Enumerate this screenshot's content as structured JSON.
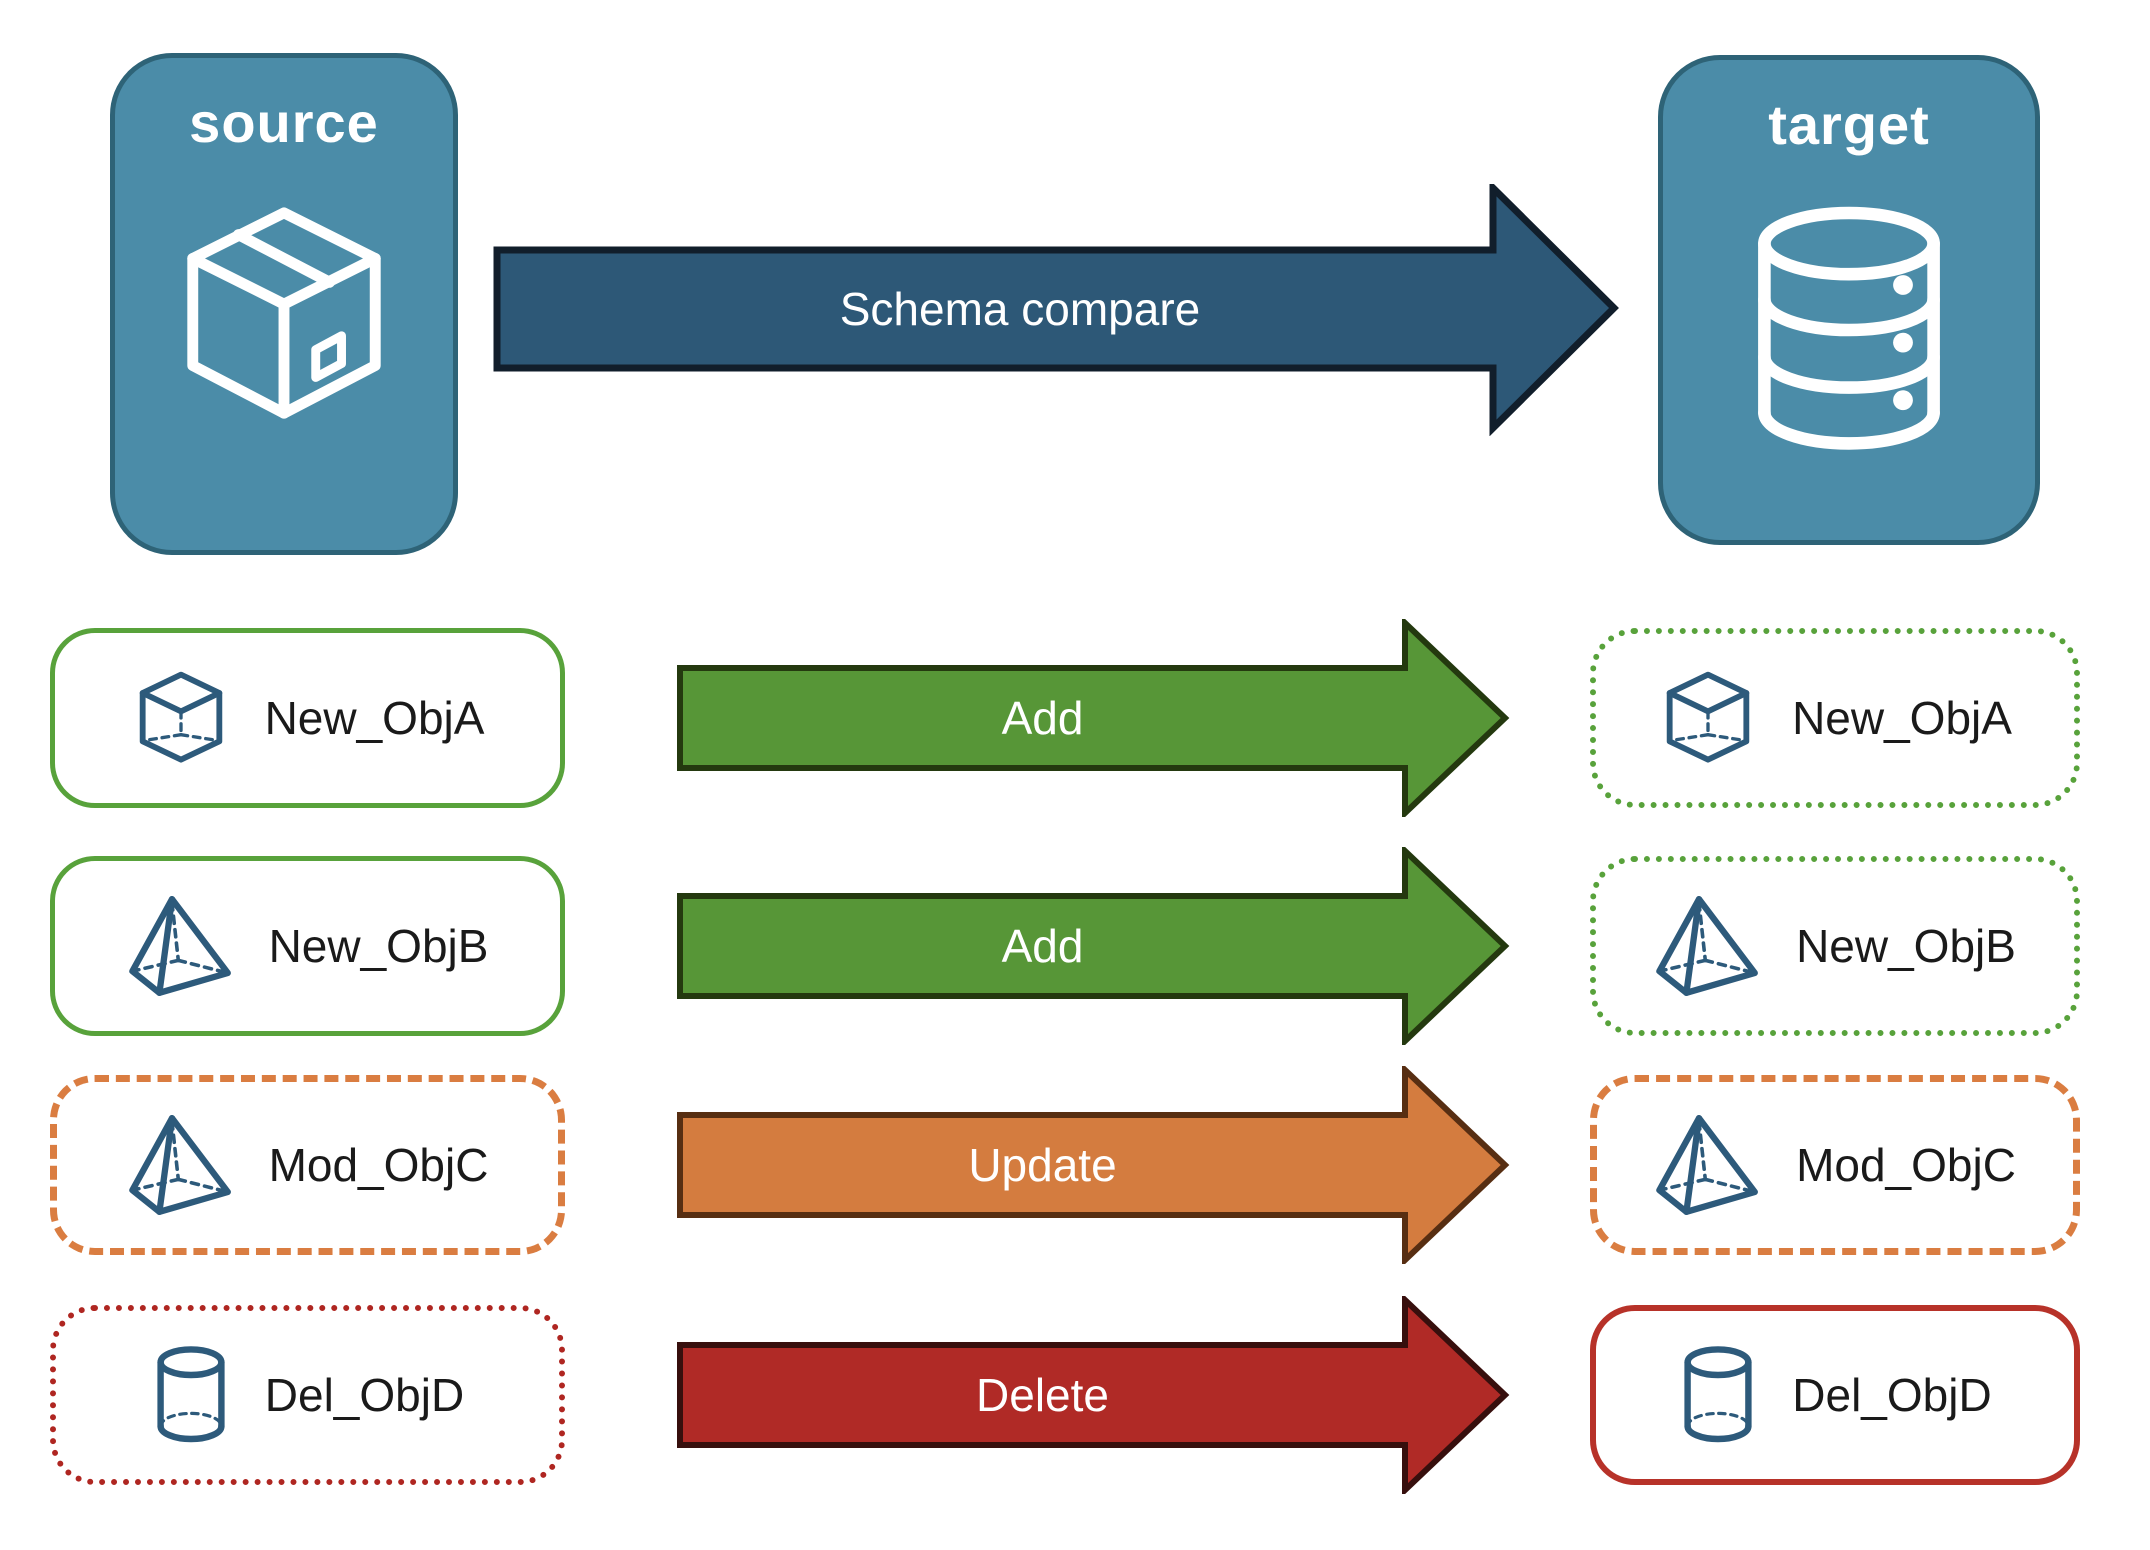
{
  "colors": {
    "teal": "#4B8CA8",
    "teal-border": "#2E6377",
    "main-arrow": "#2D5877",
    "main-arrow-stroke": "#111E2B",
    "green-arrow": "#579637",
    "green-arrow-stroke": "#24390F",
    "orange-arrow": "#D47C3F",
    "orange-arrow-stroke": "#572E12",
    "red-arrow": "#B02A26",
    "red-arrow-stroke": "#370F0D",
    "green-border": "#58A23B",
    "orange-border": "#DA7D41",
    "red-border-dotted": "#AF2621",
    "red-border-solid": "#B73229",
    "icon-blue": "#2D5A7B",
    "icon-white": "#FFFFFF",
    "text": "#1A1A1A"
  },
  "source": {
    "title": "source",
    "icon": "package-box-icon"
  },
  "target": {
    "title": "target",
    "icon": "database-icon"
  },
  "main_arrow": {
    "label": "Schema compare"
  },
  "rows": [
    {
      "object": "New_ObjA",
      "icon": "cube-icon",
      "action": "Add",
      "left_border": "green-solid",
      "right_border": "green-dotted"
    },
    {
      "object": "New_ObjB",
      "icon": "pyramid-icon",
      "action": "Add",
      "left_border": "green-solid",
      "right_border": "green-dotted"
    },
    {
      "object": "Mod_ObjC",
      "icon": "pyramid-icon",
      "action": "Update",
      "left_border": "orange-dashed",
      "right_border": "orange-dashed"
    },
    {
      "object": "Del_ObjD",
      "icon": "cylinder-icon",
      "action": "Delete",
      "left_border": "red-dotted",
      "right_border": "red-solid"
    }
  ]
}
